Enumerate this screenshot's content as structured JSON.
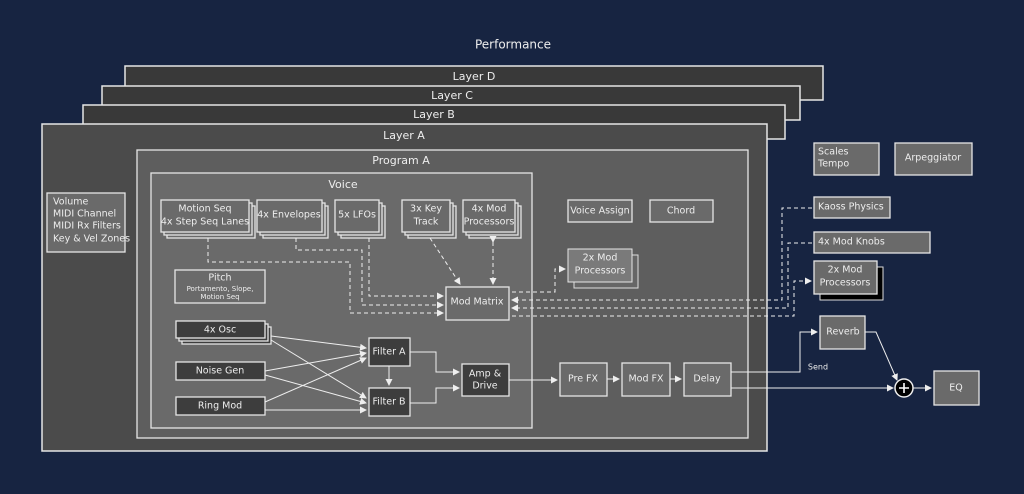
{
  "title": "Performance",
  "layers": {
    "d": "Layer D",
    "c": "Layer C",
    "b": "Layer B",
    "a": "Layer A"
  },
  "layer_settings": [
    "Volume",
    "MIDI Channel",
    "MIDI Rx Filters",
    "Key & Vel Zones"
  ],
  "program": {
    "title": "Program A",
    "voice_assign": "Voice Assign",
    "chord": "Chord",
    "mod_processors": [
      "2x Mod",
      "Processors"
    ],
    "fx": {
      "pre": "Pre FX",
      "mod": "Mod FX",
      "delay": "Delay"
    }
  },
  "voice": {
    "title": "Voice",
    "motion_seq": [
      "Motion Seq",
      "4x Step Seq Lanes"
    ],
    "envelopes": "4x Envelopes",
    "lfos": "5x LFOs",
    "key_track": [
      "3x Key",
      "Track"
    ],
    "mod_processors": [
      "4x Mod",
      "Processors"
    ],
    "pitch": {
      "title": "Pitch",
      "sub": [
        "Portamento, Slope,",
        "Motion Seq"
      ]
    },
    "mod_matrix": "Mod Matrix",
    "osc": "4x Osc",
    "noise": "Noise Gen",
    "ring": "Ring Mod",
    "filter_a": "Filter A",
    "filter_b": "Filter B",
    "amp": [
      "Amp &",
      "Drive"
    ]
  },
  "performance": {
    "scales_tempo": [
      "Scales",
      "Tempo"
    ],
    "arpeggiator": "Arpeggiator",
    "kaoss": "Kaoss Physics",
    "mod_knobs": "4x Mod Knobs",
    "mod_processors": [
      "2x Mod",
      "Processors"
    ],
    "reverb": "Reverb",
    "send": "Send",
    "eq": "EQ",
    "sum_icon": "plus-circle-icon"
  },
  "colors": {
    "background": "#172441",
    "layer_a": "#4b4b4b",
    "program": "#5e5e5e",
    "voice": "#6a6a6a",
    "dark_block": "#3d3d3d"
  }
}
